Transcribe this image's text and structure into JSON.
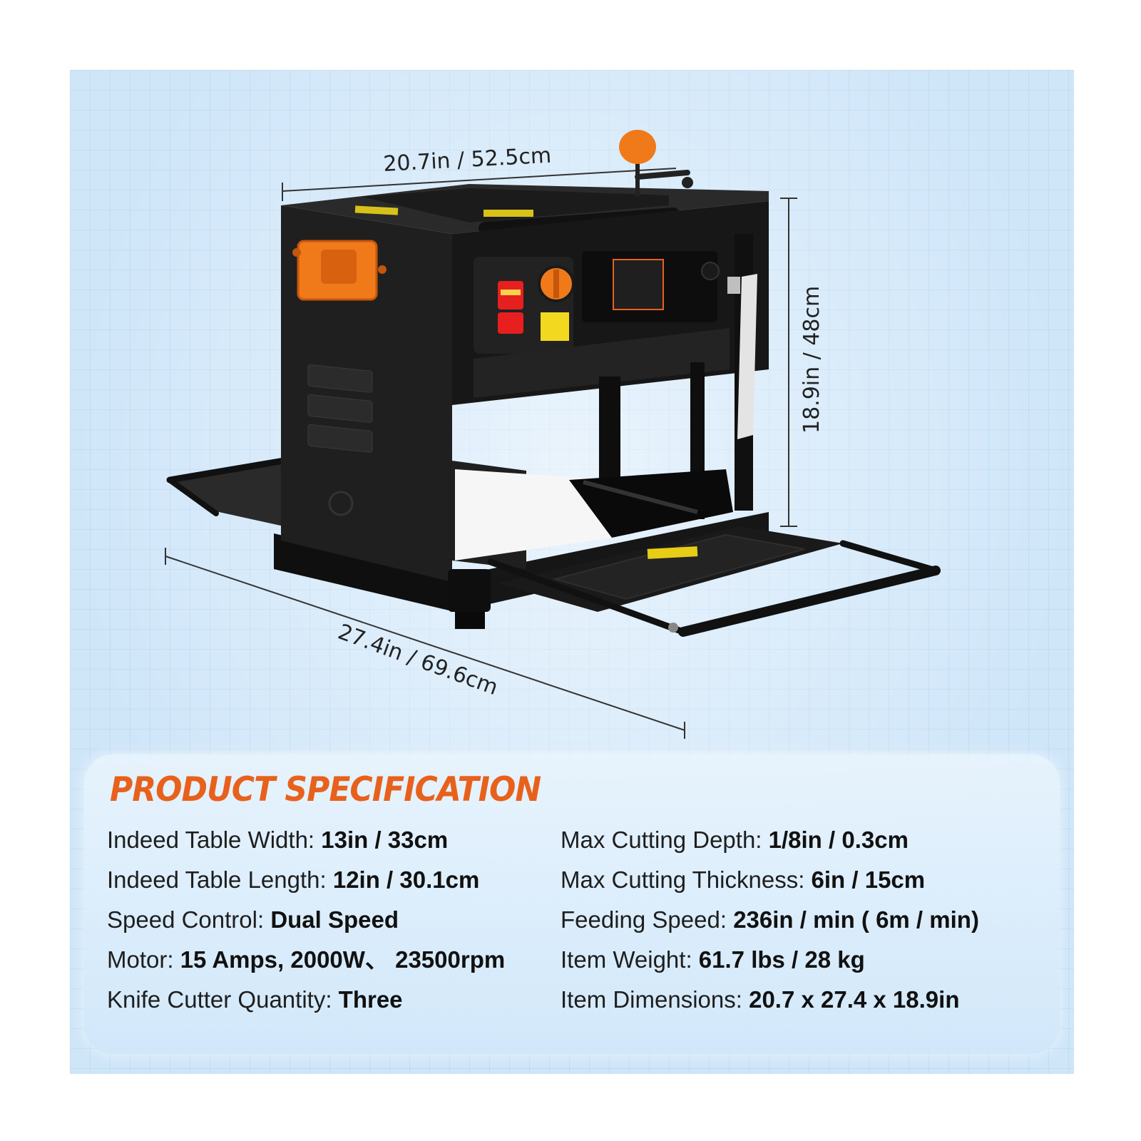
{
  "dimensions": {
    "width_label": "20.7in / 52.5cm",
    "height_label": "18.9in / 48cm",
    "depth_label": "27.4in / 69.6cm"
  },
  "spec_title": "PRODUCT SPECIFICATION",
  "specs_left": [
    {
      "label": "Indeed Table Width: ",
      "value": "13in / 33cm"
    },
    {
      "label": "Indeed Table Length: ",
      "value": "12in / 30.1cm"
    },
    {
      "label": "Speed Control: ",
      "value": "Dual Speed"
    },
    {
      "label": "Motor: ",
      "value": "15 Amps, 2000W、 23500rpm"
    },
    {
      "label": "Knife Cutter Quantity: ",
      "value": "Three"
    }
  ],
  "specs_right": [
    {
      "label": "Max Cutting Depth: ",
      "value": "1/8in / 0.3cm"
    },
    {
      "label": "Max Cutting Thickness: ",
      "value": "6in / 15cm"
    },
    {
      "label": "Feeding Speed: ",
      "value": "236in / min ( 6m / min)"
    },
    {
      "label": "Item Weight: ",
      "value": "61.7 lbs / 28 kg"
    },
    {
      "label": "Item Dimensions: ",
      "value": "20.7 x 27.4 x 18.9in"
    }
  ],
  "colors": {
    "accent": "#e8611c",
    "body": "#1a1a1a",
    "panel": "#cfe6f9"
  }
}
